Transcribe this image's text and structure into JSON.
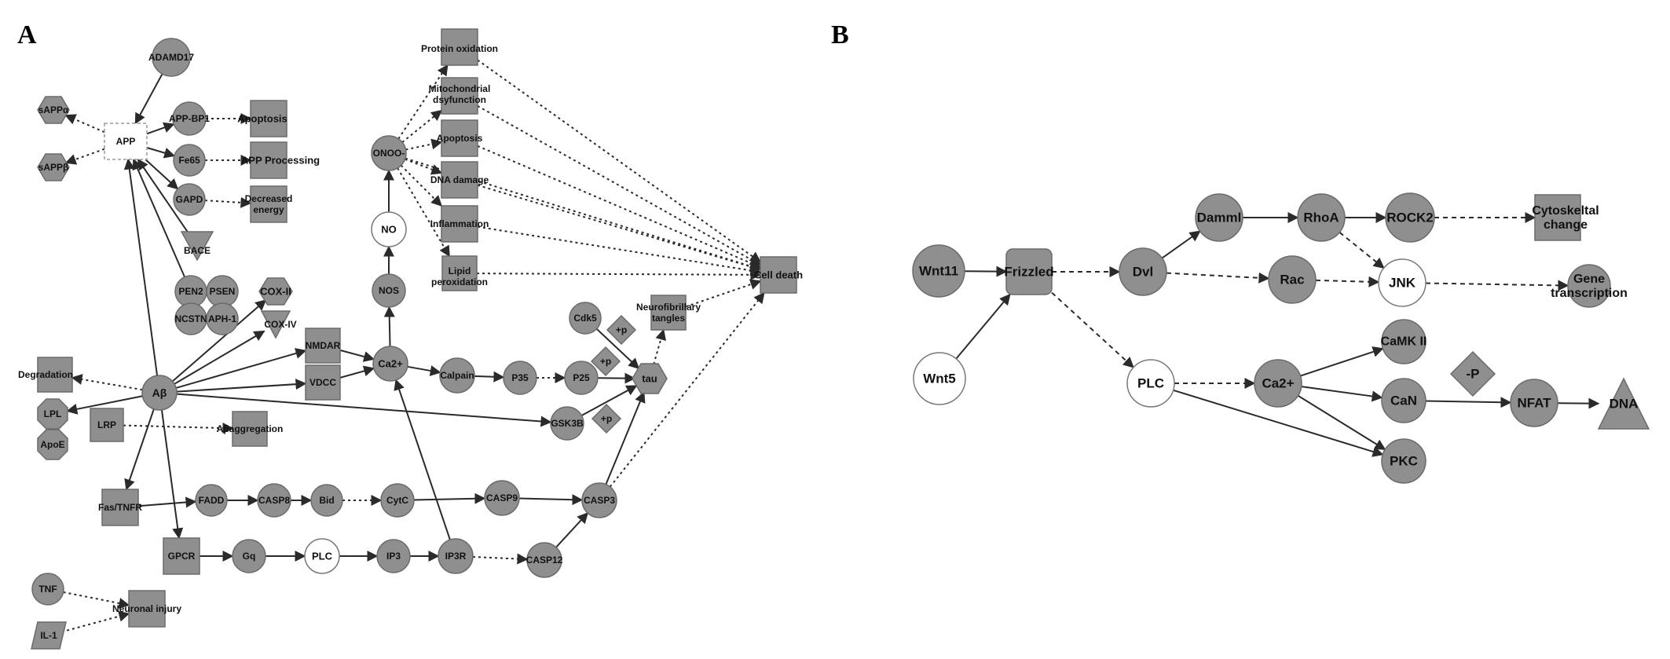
{
  "panels": [
    {
      "label": "A",
      "nodes": [
        {
          "id": "ADAMD17",
          "label": "ADAMD17",
          "shape": "circle",
          "fill": "gray"
        },
        {
          "id": "sAPPa",
          "label": "sAPPα",
          "shape": "hexagon",
          "fill": "gray"
        },
        {
          "id": "sAPPb",
          "label": "sAPPβ",
          "shape": "hexagon",
          "fill": "gray"
        },
        {
          "id": "APP",
          "label": "APP",
          "shape": "rect",
          "fill": "dashed"
        },
        {
          "id": "APPBP1",
          "label": "APP-BP1",
          "shape": "circle",
          "fill": "gray"
        },
        {
          "id": "ApoptosisA1",
          "label": "Apoptosis",
          "shape": "rect",
          "fill": "gray"
        },
        {
          "id": "Fe65",
          "label": "Fe65",
          "shape": "circle",
          "fill": "gray"
        },
        {
          "id": "APPProc",
          "label": "APP Processing",
          "shape": "rect",
          "fill": "gray"
        },
        {
          "id": "GAPD",
          "label": "GAPD",
          "shape": "circle",
          "fill": "gray"
        },
        {
          "id": "DecEnergy",
          "label": "Decreased energy",
          "shape": "rect",
          "fill": "gray"
        },
        {
          "id": "BACE",
          "label": "BACE",
          "shape": "vtriangle",
          "fill": "gray"
        },
        {
          "id": "PEN2",
          "label": "PEN2",
          "shape": "circle",
          "fill": "gray"
        },
        {
          "id": "PSEN",
          "label": "PSEN",
          "shape": "circle",
          "fill": "gray"
        },
        {
          "id": "NCSTN",
          "label": "NCSTN",
          "shape": "circle",
          "fill": "gray"
        },
        {
          "id": "APH1",
          "label": "APH-1",
          "shape": "circle",
          "fill": "gray"
        },
        {
          "id": "COX2",
          "label": "COX-II",
          "shape": "hexagon",
          "fill": "gray"
        },
        {
          "id": "COX4",
          "label": "COX-IV",
          "shape": "vtriangle",
          "fill": "gray"
        },
        {
          "id": "ProtOx",
          "label": "Protein oxidation",
          "shape": "rect",
          "fill": "gray"
        },
        {
          "id": "MitoDys",
          "label": "Mitochondrial dsyfunction",
          "shape": "rect",
          "fill": "gray"
        },
        {
          "id": "ApoptosisA2",
          "label": "Apoptosis",
          "shape": "rect",
          "fill": "gray"
        },
        {
          "id": "DNADmg",
          "label": "DNA damage",
          "shape": "rect",
          "fill": "gray"
        },
        {
          "id": "Inflam",
          "label": "Inflammation",
          "shape": "rect",
          "fill": "gray"
        },
        {
          "id": "LipidPer",
          "label": "Lipid peroxidation",
          "shape": "rect",
          "fill": "gray"
        },
        {
          "id": "ONOO",
          "label": "ONOO-",
          "shape": "circle",
          "fill": "gray"
        },
        {
          "id": "NO",
          "label": "NO",
          "shape": "circle",
          "fill": "white"
        },
        {
          "id": "NOS",
          "label": "NOS",
          "shape": "circle",
          "fill": "gray"
        },
        {
          "id": "CellDeath",
          "label": "Cell death",
          "shape": "rect",
          "fill": "gray"
        },
        {
          "id": "Cdk5",
          "label": "Cdk5",
          "shape": "circle",
          "fill": "gray"
        },
        {
          "id": "p1",
          "label": "+p",
          "shape": "diamond",
          "fill": "gray"
        },
        {
          "id": "p2",
          "label": "+p",
          "shape": "diamond",
          "fill": "gray"
        },
        {
          "id": "p3",
          "label": "+p",
          "shape": "diamond",
          "fill": "gray"
        },
        {
          "id": "NeuroTang",
          "label": "Neurofibrillary tangles",
          "shape": "rect",
          "fill": "gray"
        },
        {
          "id": "Degradation",
          "label": "Degradation",
          "shape": "rect",
          "fill": "gray"
        },
        {
          "id": "Abeta",
          "label": "Aβ",
          "shape": "circle",
          "fill": "gray"
        },
        {
          "id": "NMDAR",
          "label": "NMDAR",
          "shape": "rect",
          "fill": "gray"
        },
        {
          "id": "VDCC",
          "label": "VDCC",
          "shape": "rect",
          "fill": "gray"
        },
        {
          "id": "Ca2A",
          "label": "Ca2+",
          "shape": "circle",
          "fill": "gray"
        },
        {
          "id": "Calpain",
          "label": "Calpain",
          "shape": "circle",
          "fill": "gray"
        },
        {
          "id": "P35",
          "label": "P35",
          "shape": "circle",
          "fill": "gray"
        },
        {
          "id": "P25",
          "label": "P25",
          "shape": "circle",
          "fill": "gray"
        },
        {
          "id": "tau",
          "label": "tau",
          "shape": "hexagon",
          "fill": "gray"
        },
        {
          "id": "LPL",
          "label": "LPL",
          "shape": "octagon",
          "fill": "gray"
        },
        {
          "id": "ApoE",
          "label": "ApoE",
          "shape": "octagon",
          "fill": "gray"
        },
        {
          "id": "LRP",
          "label": "LRP",
          "shape": "rect",
          "fill": "gray"
        },
        {
          "id": "AbAgg",
          "label": "Aβaggregation",
          "shape": "rect",
          "fill": "gray"
        },
        {
          "id": "GSK3B",
          "label": "GSK3B",
          "shape": "circle",
          "fill": "gray"
        },
        {
          "id": "FasTNFR",
          "label": "Fas/TNFR",
          "shape": "rect",
          "fill": "gray"
        },
        {
          "id": "FADD",
          "label": "FADD",
          "shape": "circle",
          "fill": "gray"
        },
        {
          "id": "CASP8",
          "label": "CASP8",
          "shape": "circle",
          "fill": "gray"
        },
        {
          "id": "Bid",
          "label": "Bid",
          "shape": "circle",
          "fill": "gray"
        },
        {
          "id": "CytC",
          "label": "CytC",
          "shape": "circle",
          "fill": "gray"
        },
        {
          "id": "CASP9",
          "label": "CASP9",
          "shape": "circle",
          "fill": "gray"
        },
        {
          "id": "CASP3",
          "label": "CASP3",
          "shape": "circle",
          "fill": "gray"
        },
        {
          "id": "GPCR",
          "label": "GPCR",
          "shape": "rect",
          "fill": "gray"
        },
        {
          "id": "Gq",
          "label": "Gq",
          "shape": "circle",
          "fill": "gray"
        },
        {
          "id": "PLCA",
          "label": "PLC",
          "shape": "circle",
          "fill": "white"
        },
        {
          "id": "IP3",
          "label": "IP3",
          "shape": "circle",
          "fill": "gray"
        },
        {
          "id": "IP3R",
          "label": "IP3R",
          "shape": "circle",
          "fill": "gray"
        },
        {
          "id": "CASP12",
          "label": "CASP12",
          "shape": "circle",
          "fill": "gray"
        },
        {
          "id": "TNF",
          "label": "TNF",
          "shape": "circle",
          "fill": "gray"
        },
        {
          "id": "IL1",
          "label": "IL-1",
          "shape": "parallelogram",
          "fill": "gray"
        },
        {
          "id": "NeurInj",
          "label": "Neuronal injury",
          "shape": "rect",
          "fill": "gray"
        }
      ],
      "edges": [
        {
          "from": "ADAMD17",
          "to": "APP",
          "style": "solid"
        },
        {
          "from": "APP",
          "to": "sAPPa",
          "style": "dotted"
        },
        {
          "from": "APP",
          "to": "sAPPb",
          "style": "dotted"
        },
        {
          "from": "APP",
          "to": "APPBP1",
          "style": "solid"
        },
        {
          "from": "APP",
          "to": "Fe65",
          "style": "solid"
        },
        {
          "from": "APP",
          "to": "GAPD",
          "style": "solid"
        },
        {
          "from": "APPBP1",
          "to": "ApoptosisA1",
          "style": "dotted"
        },
        {
          "from": "Fe65",
          "to": "APPProc",
          "style": "dotted"
        },
        {
          "from": "GAPD",
          "to": "DecEnergy",
          "style": "dotted"
        },
        {
          "from": "BACE",
          "to": "APP",
          "style": "solid"
        },
        {
          "from": "PEN2",
          "to": "APP",
          "style": "solid"
        },
        {
          "from": "ONOO",
          "to": "ProtOx",
          "style": "dotted"
        },
        {
          "from": "ONOO",
          "to": "MitoDys",
          "style": "dotted"
        },
        {
          "from": "ONOO",
          "to": "ApoptosisA2",
          "style": "dotted"
        },
        {
          "from": "ONOO",
          "to": "DNADmg",
          "style": "dotted"
        },
        {
          "from": "ONOO",
          "to": "Inflam",
          "style": "dotted"
        },
        {
          "from": "ONOO",
          "to": "LipidPer",
          "style": "dotted"
        },
        {
          "from": "NO",
          "to": "ONOO",
          "style": "solid"
        },
        {
          "from": "NOS",
          "to": "NO",
          "style": "solid"
        },
        {
          "from": "Ca2A",
          "to": "NOS",
          "style": "solid"
        },
        {
          "from": "ProtOx",
          "to": "CellDeath",
          "style": "dotted"
        },
        {
          "from": "MitoDys",
          "to": "CellDeath",
          "style": "dotted"
        },
        {
          "from": "ApoptosisA2",
          "to": "CellDeath",
          "style": "dotted"
        },
        {
          "from": "DNADmg",
          "to": "CellDeath",
          "style": "dotted"
        },
        {
          "from": "Inflam",
          "to": "CellDeath",
          "style": "dotted"
        },
        {
          "from": "LipidPer",
          "to": "CellDeath",
          "style": "dotted"
        },
        {
          "from": "ONOO",
          "to": "CellDeath",
          "style": "dotted"
        },
        {
          "from": "NeuroTang",
          "to": "CellDeath",
          "style": "dotted"
        },
        {
          "from": "CASP3",
          "to": "CellDeath",
          "style": "dotted"
        },
        {
          "from": "Abeta",
          "to": "Degradation",
          "style": "dotted"
        },
        {
          "from": "Abeta",
          "to": "COX2",
          "style": "solid"
        },
        {
          "from": "Abeta",
          "to": "COX4",
          "style": "solid"
        },
        {
          "from": "Abeta",
          "to": "NMDAR",
          "style": "solid"
        },
        {
          "from": "Abeta",
          "to": "VDCC",
          "style": "solid"
        },
        {
          "from": "Abeta",
          "to": "LPL",
          "style": "solid"
        },
        {
          "from": "Abeta",
          "to": "GSK3B",
          "style": "solid"
        },
        {
          "from": "Abeta",
          "to": "FasTNFR",
          "style": "solid"
        },
        {
          "from": "Abeta",
          "to": "GPCR",
          "style": "solid"
        },
        {
          "from": "Abeta",
          "to": "APP",
          "style": "solid"
        },
        {
          "from": "NMDAR",
          "to": "Ca2A",
          "style": "solid"
        },
        {
          "from": "VDCC",
          "to": "Ca2A",
          "style": "solid"
        },
        {
          "from": "Ca2A",
          "to": "Calpain",
          "style": "solid"
        },
        {
          "from": "Calpain",
          "to": "P35",
          "style": "solid"
        },
        {
          "from": "P35",
          "to": "P25",
          "style": "dotted"
        },
        {
          "from": "P25",
          "to": "tau",
          "style": "solid"
        },
        {
          "from": "Cdk5",
          "to": "tau",
          "style": "solid"
        },
        {
          "from": "GSK3B",
          "to": "tau",
          "style": "solid"
        },
        {
          "from": "tau",
          "to": "NeuroTang",
          "style": "dotted"
        },
        {
          "from": "LRP",
          "to": "AbAgg",
          "style": "dotted"
        },
        {
          "from": "FasTNFR",
          "to": "FADD",
          "style": "solid"
        },
        {
          "from": "FADD",
          "to": "CASP8",
          "style": "solid"
        },
        {
          "from": "CASP8",
          "to": "Bid",
          "style": "solid"
        },
        {
          "from": "Bid",
          "to": "CytC",
          "style": "dotted"
        },
        {
          "from": "CytC",
          "to": "CASP9",
          "style": "solid"
        },
        {
          "from": "CASP9",
          "to": "CASP3",
          "style": "solid"
        },
        {
          "from": "CASP3",
          "to": "tau",
          "style": "solid"
        },
        {
          "from": "GPCR",
          "to": "Gq",
          "style": "solid"
        },
        {
          "from": "Gq",
          "to": "PLCA",
          "style": "solid"
        },
        {
          "from": "PLCA",
          "to": "IP3",
          "style": "solid"
        },
        {
          "from": "IP3",
          "to": "IP3R",
          "style": "solid"
        },
        {
          "from": "IP3R",
          "to": "Ca2A",
          "style": "solid"
        },
        {
          "from": "IP3R",
          "to": "CASP12",
          "style": "dotted"
        },
        {
          "from": "CASP12",
          "to": "CASP3",
          "style": "solid"
        },
        {
          "from": "TNF",
          "to": "NeurInj",
          "style": "dotted"
        },
        {
          "from": "IL1",
          "to": "NeurInj",
          "style": "dotted"
        }
      ]
    },
    {
      "label": "B",
      "nodes": [
        {
          "id": "Wnt11",
          "label": "Wnt11",
          "shape": "circle",
          "fill": "gray"
        },
        {
          "id": "Wnt5",
          "label": "Wnt5",
          "shape": "circle",
          "fill": "white"
        },
        {
          "id": "Frizzled",
          "label": "Frizzled",
          "shape": "roundrect",
          "fill": "gray"
        },
        {
          "id": "Dvl",
          "label": "Dvl",
          "shape": "circle",
          "fill": "gray"
        },
        {
          "id": "Damml",
          "label": "Damml",
          "shape": "circle",
          "fill": "gray"
        },
        {
          "id": "RhoA",
          "label": "RhoA",
          "shape": "circle",
          "fill": "gray"
        },
        {
          "id": "ROCK2",
          "label": "ROCK2",
          "shape": "circle",
          "fill": "gray"
        },
        {
          "id": "Cyto",
          "label": "Cytoskeltal change",
          "shape": "rect",
          "fill": "gray"
        },
        {
          "id": "Rac",
          "label": "Rac",
          "shape": "circle",
          "fill": "gray"
        },
        {
          "id": "JNK",
          "label": "JNK",
          "shape": "circle",
          "fill": "white"
        },
        {
          "id": "GeneTx",
          "label": "Gene transcription",
          "shape": "circle",
          "fill": "gray"
        },
        {
          "id": "PLCB",
          "label": "PLC",
          "shape": "circle",
          "fill": "white"
        },
        {
          "id": "Ca2B",
          "label": "Ca2+",
          "shape": "circle",
          "fill": "gray"
        },
        {
          "id": "CaMK2",
          "label": "CaMK II",
          "shape": "circle",
          "fill": "gray"
        },
        {
          "id": "CaN",
          "label": "CaN",
          "shape": "circle",
          "fill": "gray"
        },
        {
          "id": "PKC",
          "label": "PKC",
          "shape": "circle",
          "fill": "gray"
        },
        {
          "id": "negP",
          "label": "-P",
          "shape": "diamond",
          "fill": "gray"
        },
        {
          "id": "NFAT",
          "label": "NFAT",
          "shape": "circle",
          "fill": "gray"
        },
        {
          "id": "DNA",
          "label": "DNA",
          "shape": "triangle",
          "fill": "gray"
        }
      ],
      "edges": [
        {
          "from": "Wnt11",
          "to": "Frizzled",
          "style": "solid"
        },
        {
          "from": "Wnt5",
          "to": "Frizzled",
          "style": "solid"
        },
        {
          "from": "Frizzled",
          "to": "Dvl",
          "style": "dashed"
        },
        {
          "from": "Frizzled",
          "to": "PLCB",
          "style": "dashed"
        },
        {
          "from": "Dvl",
          "to": "Damml",
          "style": "solid"
        },
        {
          "from": "Dvl",
          "to": "Rac",
          "style": "dashed"
        },
        {
          "from": "Damml",
          "to": "RhoA",
          "style": "solid"
        },
        {
          "from": "RhoA",
          "to": "ROCK2",
          "style": "solid"
        },
        {
          "from": "RhoA",
          "to": "JNK",
          "style": "dashed"
        },
        {
          "from": "ROCK2",
          "to": "Cyto",
          "style": "dashed"
        },
        {
          "from": "Rac",
          "to": "JNK",
          "style": "dashed"
        },
        {
          "from": "JNK",
          "to": "GeneTx",
          "style": "dashed"
        },
        {
          "from": "PLCB",
          "to": "Ca2B",
          "style": "dashed"
        },
        {
          "from": "PLCB",
          "to": "PKC",
          "style": "solid"
        },
        {
          "from": "Ca2B",
          "to": "CaMK2",
          "style": "solid"
        },
        {
          "from": "Ca2B",
          "to": "CaN",
          "style": "solid"
        },
        {
          "from": "Ca2B",
          "to": "PKC",
          "style": "solid"
        },
        {
          "from": "CaN",
          "to": "NFAT",
          "style": "solid"
        },
        {
          "from": "NFAT",
          "to": "DNA",
          "style": "solid"
        }
      ]
    }
  ]
}
